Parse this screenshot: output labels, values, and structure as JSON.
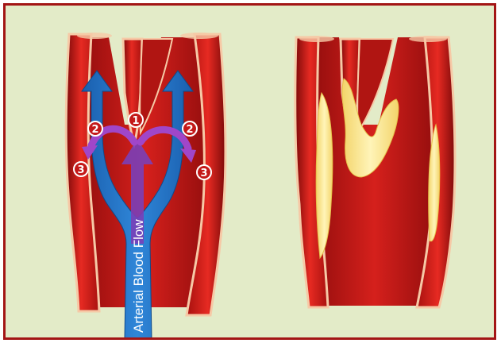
{
  "labels": {
    "flow": "Arterial Blood Flow",
    "markers": [
      "1",
      "2",
      "2",
      "3",
      "3"
    ]
  },
  "colors": {
    "background": "#e3ebc8",
    "border": "#a31515",
    "artery_wall": "#d11b1b",
    "artery_dark": "#8e0c0c",
    "intima": "#f6c9a6",
    "flow_arrow": "#1e6fc4",
    "turbulence_arrow": "#a046c9",
    "plaque": "#f6e79a",
    "marker": "#c41919"
  },
  "icons": {
    "flow": "flow-arrow-icon",
    "turbulence": "curved-arrow-icon",
    "marker": "numbered-circle-icon"
  }
}
